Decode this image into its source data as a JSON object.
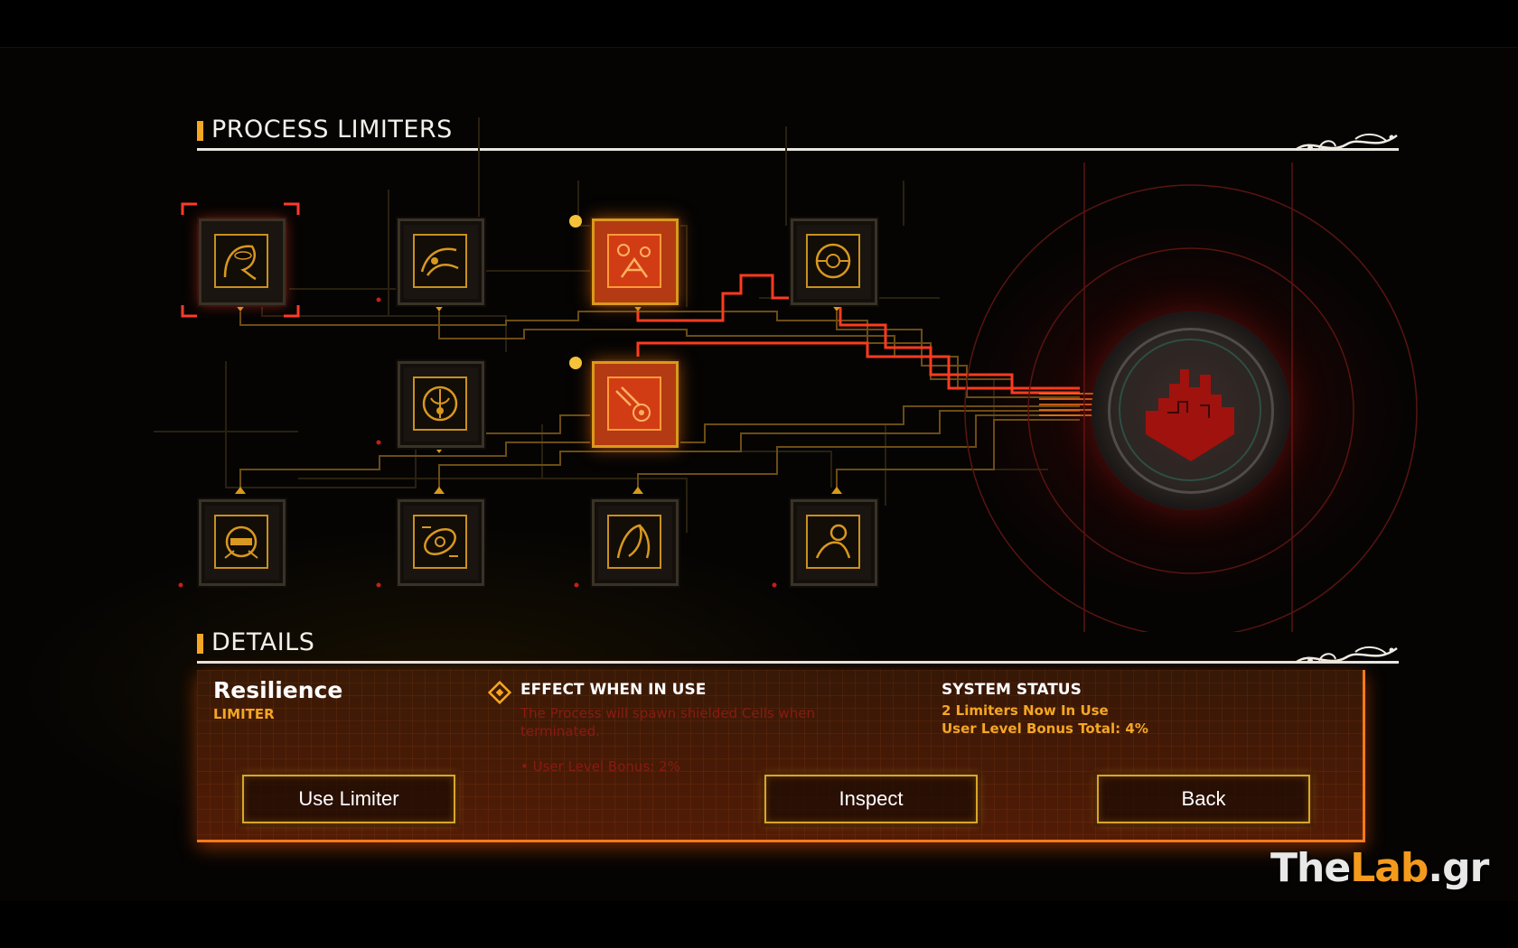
{
  "sections": {
    "limiters_title": "PROCESS LIMITERS",
    "details_title": "DETAILS"
  },
  "details": {
    "name": "Resilience",
    "type": "LIMITER",
    "effect_title": "EFFECT WHEN IN USE",
    "effect_description": "The Process will spawn shielded Cells when terminated.",
    "effect_bonus": "• User Level Bonus: 2%",
    "status_title": "SYSTEM STATUS",
    "status_lines": [
      "2 Limiters Now In Use",
      "User Level Bonus Total: 4%"
    ]
  },
  "buttons": {
    "use_limiter": "Use Limiter",
    "inspect": "Inspect",
    "back": "Back"
  },
  "limiters": [
    {
      "id": "limiter-1",
      "row": 1,
      "col": 1,
      "state": "selected"
    },
    {
      "id": "limiter-2",
      "row": 1,
      "col": 2,
      "state": "available"
    },
    {
      "id": "limiter-3",
      "row": 1,
      "col": 3,
      "state": "active"
    },
    {
      "id": "limiter-4",
      "row": 1,
      "col": 4,
      "state": "available"
    },
    {
      "id": "limiter-5",
      "row": 2,
      "col": 2,
      "state": "available"
    },
    {
      "id": "limiter-6",
      "row": 2,
      "col": 3,
      "state": "active"
    },
    {
      "id": "limiter-7",
      "row": 3,
      "col": 1,
      "state": "available"
    },
    {
      "id": "limiter-8",
      "row": 3,
      "col": 2,
      "state": "available"
    },
    {
      "id": "limiter-9",
      "row": 3,
      "col": 3,
      "state": "available"
    },
    {
      "id": "limiter-10",
      "row": 3,
      "col": 4,
      "state": "available"
    }
  ],
  "watermark": {
    "part1": "The",
    "part2": "Lab",
    "part3": ".gr"
  },
  "colors": {
    "accent": "#f5a623",
    "active_red": "#d23c14",
    "panel_orange": "#ff7a1a",
    "core_red": "#c81e14"
  }
}
